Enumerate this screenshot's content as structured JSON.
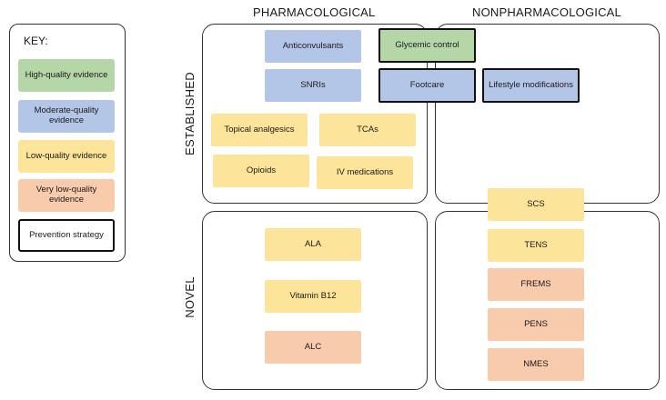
{
  "colors": {
    "high": "#b5d7a8",
    "moderate": "#b4c6e7",
    "low": "#fde49b",
    "very_low": "#f8cbad",
    "prevention": "#ffffff"
  },
  "key": {
    "title": "KEY:",
    "items": [
      {
        "label": "High-quality evidence",
        "level": "high"
      },
      {
        "label": "Moderate-quality evidence",
        "level": "moderate"
      },
      {
        "label": "Low-quality evidence",
        "level": "low"
      },
      {
        "label": "Very low-quality evidence",
        "level": "very_low"
      },
      {
        "label": "Prevention strategy",
        "level": "prevention"
      }
    ]
  },
  "columns": {
    "pharmacological": "PHARMACOLOGICAL",
    "nonpharmacological": "NONPHARMACOLOGICAL"
  },
  "rows": {
    "established": "ESTABLISHED",
    "novel": "NOVEL"
  },
  "items": {
    "anticonvulsants": {
      "label": "Anticonvulsants",
      "level": "moderate"
    },
    "snris": {
      "label": "SNRIs",
      "level": "moderate"
    },
    "topical_analgesics": {
      "label": "Topical analgesics",
      "level": "low"
    },
    "tcas": {
      "label": "TCAs",
      "level": "low"
    },
    "opioids": {
      "label": "Opioids",
      "level": "low"
    },
    "iv_medications": {
      "label": "IV medications",
      "level": "low"
    },
    "glycemic_control": {
      "label": "Glycemic control",
      "level": "high",
      "prevention": true
    },
    "footcare": {
      "label": "Footcare",
      "level": "moderate",
      "prevention": true
    },
    "lifestyle_modifications": {
      "label": "Lifestyle modifications",
      "level": "moderate",
      "prevention": true
    },
    "ala": {
      "label": "ALA",
      "level": "low"
    },
    "vitamin_b12": {
      "label": "Vitamin B12",
      "level": "low"
    },
    "alc": {
      "label": "ALC",
      "level": "very_low"
    },
    "scs": {
      "label": "SCS",
      "level": "low"
    },
    "tens": {
      "label": "TENS",
      "level": "low"
    },
    "frems": {
      "label": "FREMS",
      "level": "very_low"
    },
    "pens": {
      "label": "PENS",
      "level": "very_low"
    },
    "nmes": {
      "label": "NMES",
      "level": "very_low"
    }
  }
}
